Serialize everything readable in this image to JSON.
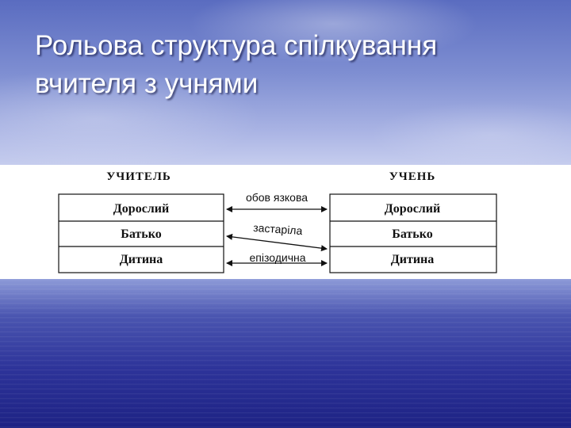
{
  "slide": {
    "title_line1": "Рольова структура спілкування",
    "title_line2": "вчителя з учнями"
  },
  "diagram": {
    "left_header": "УЧИТЕЛЬ",
    "right_header": "УЧЕНЬ",
    "rows": [
      {
        "left": "Дорослий",
        "right": "Дорослий",
        "link": "обов язкова"
      },
      {
        "left": "Батько",
        "right": "Батько",
        "link": "застаріла"
      },
      {
        "left": "Дитина",
        "right": "Дитина",
        "link": "епізодична"
      }
    ]
  }
}
